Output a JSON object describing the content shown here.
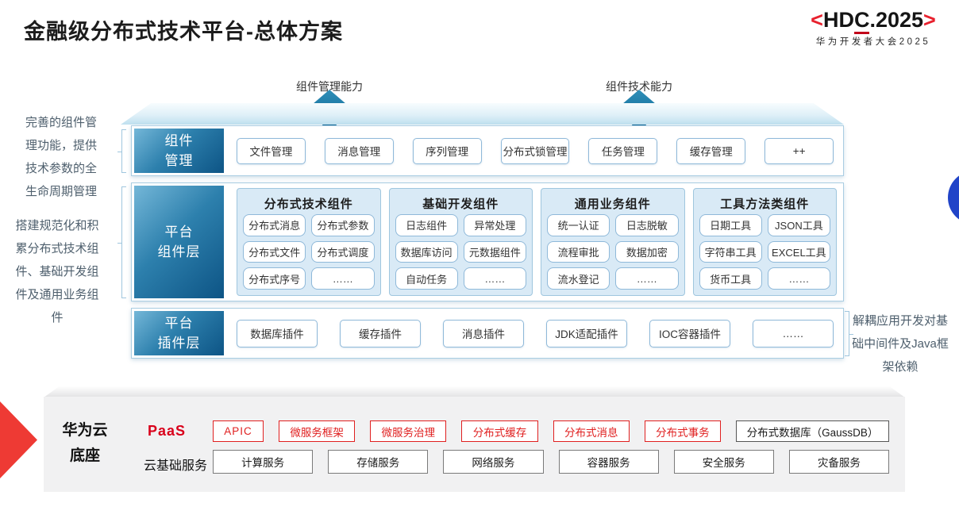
{
  "title": "金融级分布式技术平台-总体方案",
  "logo": {
    "left_bracket": "<",
    "hd": "HD",
    "c": "C",
    "rest": ".2025",
    "right_bracket": ">",
    "subtitle": "华为开发者大会2025"
  },
  "capability_arrows": [
    {
      "label": "组件管理能力"
    },
    {
      "label": "组件技术能力"
    }
  ],
  "left_notes": [
    "完善的组件管理功能，提供技术参数的全生命周期管理",
    "搭建规范化和积累分布式技术组件、基础开发组件及通用业务组件"
  ],
  "right_note": "解耦应用开发对基础中间件及Java框架依赖",
  "layers": {
    "component_mgmt": {
      "label_l1": "组件",
      "label_l2": "管理",
      "items": [
        "文件管理",
        "消息管理",
        "序列管理",
        "分布式锁管理",
        "任务管理",
        "缓存管理",
        "++"
      ]
    },
    "platform_components": {
      "label_l1": "平台",
      "label_l2": "组件层",
      "columns": [
        {
          "title": "分布式技术组件",
          "items": [
            "分布式消息",
            "分布式参数",
            "分布式文件",
            "分布式调度",
            "分布式序号",
            "……"
          ]
        },
        {
          "title": "基础开发组件",
          "items": [
            "日志组件",
            "异常处理",
            "数据库访问",
            "元数据组件",
            "自动任务",
            "……"
          ]
        },
        {
          "title": "通用业务组件",
          "items": [
            "统一认证",
            "日志脱敏",
            "流程审批",
            "数据加密",
            "流水登记",
            "……"
          ]
        },
        {
          "title": "工具方法类组件",
          "items": [
            "日期工具",
            "JSON工具",
            "字符串工具",
            "EXCEL工具",
            "货币工具",
            "……"
          ]
        }
      ]
    },
    "platform_plugins": {
      "label_l1": "平台",
      "label_l2": "插件层",
      "items": [
        "数据库插件",
        "缓存插件",
        "消息插件",
        "JDK适配插件",
        "IOC容器插件",
        "……"
      ]
    }
  },
  "foundation": {
    "label_l1": "华为云",
    "label_l2": "底座",
    "paas": {
      "label": "PaaS",
      "items": [
        "APIC",
        "微服务框架",
        "微服务治理",
        "分布式缓存",
        "分布式消息",
        "分布式事务"
      ],
      "special_item": "分布式数据库（GaussDB）"
    },
    "cloud_base": {
      "label": "云基础服务",
      "items": [
        "计算服务",
        "存储服务",
        "网络服务",
        "容器服务",
        "安全服务",
        "灾备服务"
      ]
    }
  },
  "colors": {
    "layer_label_deep": "#0d5485",
    "layer_label_light": "#74b7d8",
    "box_border_blue": "#8fb9d9",
    "panel_bg": "#d9eaf6",
    "arrow_blue": "#0c6392",
    "huawei_red": "#ee3a34",
    "paas_red": "#d9001b",
    "circle_blue": "#2144c8",
    "foundation_gray": "#f1f1f2"
  }
}
